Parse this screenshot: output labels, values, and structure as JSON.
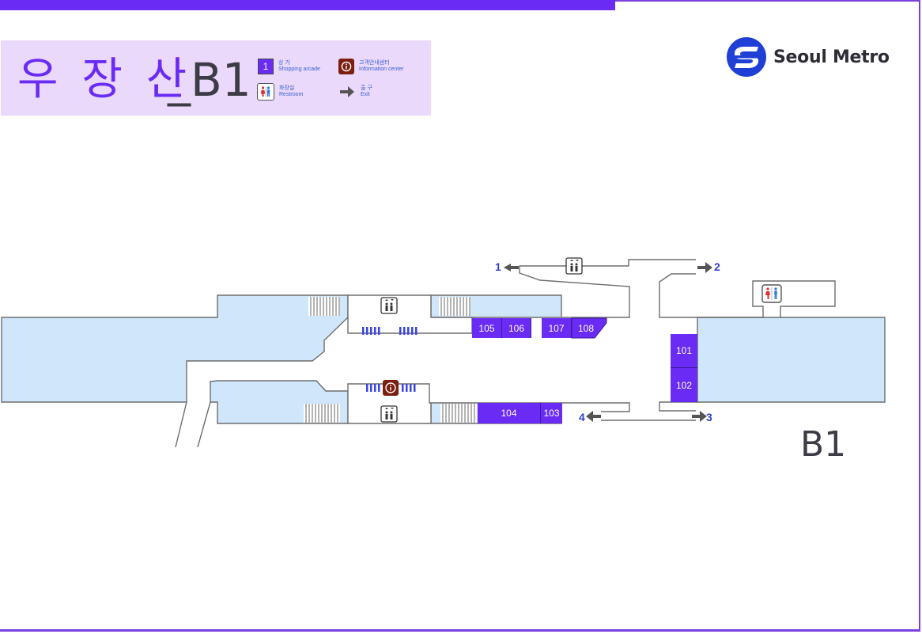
{
  "header": {
    "station_name": "우 장 산",
    "floor_label": "_B1"
  },
  "legend": {
    "shop_number": "1",
    "shop_ko": "상 가",
    "shop_en": "Shopping arcade",
    "info_ko": "고객안내센터",
    "info_en": "Information center",
    "restroom_ko": "화장실",
    "restroom_en": "Restroom",
    "exit_ko": "출 구",
    "exit_en": "Exit"
  },
  "logo": {
    "text": "Seoul Metro"
  },
  "shops": {
    "s101": "101",
    "s102": "102",
    "s103": "103",
    "s104": "104",
    "s105": "105",
    "s106": "106",
    "s107": "107",
    "s108": "108"
  },
  "exits": {
    "e1": "1",
    "e2": "2",
    "e3": "3",
    "e4": "4"
  },
  "floor_marker": "B1",
  "colors": {
    "brand_purple": "#6a2bf5",
    "header_bg": "#ead9fb",
    "platform_blue": "#cfe6fb",
    "info_brown": "#7a1e10",
    "exit_arrow": "#555555"
  }
}
